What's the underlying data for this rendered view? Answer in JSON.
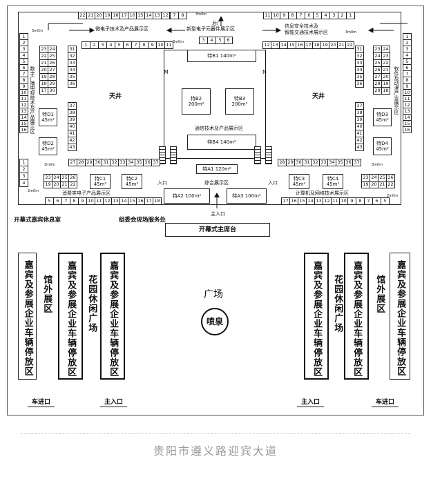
{
  "top_left_booths": [
    "22",
    "21",
    "20",
    "19",
    "18",
    "17",
    "16",
    "15",
    "14",
    "13",
    "12"
  ],
  "top_mid_booths": [
    "7",
    "8"
  ],
  "top_right_booths": [
    "11",
    "10",
    "9",
    "8",
    "7",
    "6",
    "5",
    "4",
    "3",
    "2",
    "1"
  ],
  "hall_inner_top_left": [
    "1",
    "2",
    "3",
    "4",
    "5",
    "6",
    "7",
    "8",
    "9",
    "10",
    "11"
  ],
  "hall_inner_top_right": [
    "12",
    "13",
    "14",
    "15",
    "16",
    "17",
    "18",
    "19",
    "20",
    "21",
    "22"
  ],
  "hall_inner_top_mid": [
    "3",
    "4",
    "5",
    "6"
  ],
  "left_outer_col": [
    "1",
    "2",
    "3",
    "4",
    "5",
    "6",
    "7",
    "8",
    "9",
    "10",
    "11",
    "12",
    "13",
    "14",
    "15",
    "16"
  ],
  "right_outer_col": [
    "1",
    "2",
    "3",
    "4",
    "5",
    "6",
    "7",
    "8",
    "9",
    "10",
    "11",
    "12",
    "13",
    "14",
    "15",
    "16"
  ],
  "left_pair_a": [
    "23",
    "22",
    "21",
    "20",
    "19",
    "18",
    "17"
  ],
  "left_pair_b": [
    "24",
    "25",
    "26",
    "27",
    "28",
    "29",
    "30"
  ],
  "left_inner_col": [
    "31",
    "32",
    "33",
    "34",
    "35",
    "36"
  ],
  "left_inner_col2": [
    "37",
    "38",
    "39",
    "40",
    "41",
    "42",
    "43"
  ],
  "right_inner_col": [
    "31",
    "32",
    "33",
    "34",
    "35",
    "36"
  ],
  "right_inner_col2": [
    "37",
    "38",
    "39",
    "40",
    "41",
    "42",
    "43"
  ],
  "right_pair_a": [
    "23",
    "24",
    "25",
    "26",
    "27",
    "28",
    "29"
  ],
  "right_pair_b": [
    "24",
    "23",
    "22",
    "21",
    "20",
    "19",
    "18"
  ],
  "left_bottom_row": [
    "27",
    "28",
    "29",
    "30",
    "31",
    "32",
    "33",
    "34",
    "35",
    "36",
    "37"
  ],
  "right_bottom_row": [
    "28",
    "29",
    "30",
    "31",
    "32",
    "33",
    "34",
    "35",
    "36",
    "37"
  ],
  "left_lower_grid_a": [
    "23",
    "24",
    "25",
    "26"
  ],
  "left_lower_grid_b": [
    "19",
    "20",
    "21",
    "22"
  ],
  "right_lower_grid_a": [
    "23",
    "24",
    "25",
    "26"
  ],
  "right_lower_grid_b": [
    "19",
    "20",
    "21",
    "22"
  ],
  "bottom_row_left": [
    "5",
    "6",
    "7",
    "8",
    "9",
    "10",
    "11",
    "12",
    "13",
    "14",
    "15",
    "16",
    "17",
    "18"
  ],
  "bottom_row_right": [
    "17",
    "16",
    "15",
    "14",
    "13",
    "12",
    "11",
    "10",
    "9",
    "8",
    "7",
    "6",
    "5"
  ],
  "zones": {
    "top_left": "微电子技术及产品展示区",
    "top_center_a": "后门",
    "top_center_b": "新型电子元器件展示区",
    "top_right_a": "信息安全技术及",
    "top_right_b": "智能交通技术展示区",
    "left_vertical": "数字广播电视技术及产品展示区",
    "right_vertical": "软件及动漫产业展示区",
    "comm": "通信技术及产品展示区",
    "general": "综合展示区",
    "consumer": "消费类电子产品展示区",
    "computer": "计算机及网络技术展示区"
  },
  "tianjing": "天井",
  "letters": {
    "m": "M",
    "n": "N"
  },
  "special": {
    "b1": "特B1 140m²",
    "b2_a": "特B2",
    "b2_b": "200m²",
    "b3_a": "特B3",
    "b3_b": "200m²",
    "b4": "特B4 140m²",
    "a1": "特A1 120m²",
    "a2": "特A2 100m²",
    "a3": "特A3 100m²",
    "c1_a": "特C1",
    "c1_b": "45m²",
    "c2_a": "特C2",
    "c2_b": "45m²",
    "c3_a": "特C3",
    "c3_b": "45m²",
    "c4_a": "特C4",
    "c4_b": "45m²",
    "d1_a": "特D1",
    "d1_b": "45m²",
    "d2_a": "特D2",
    "d2_b": "45m²",
    "d3_a": "特D3",
    "d3_b": "45m²",
    "d4_a": "特D4",
    "d4_b": "45m²"
  },
  "small": {
    "m3x": "3m0m",
    "m2x": "2m0m",
    "entry_small": "入口",
    "main_entry": "主入口"
  },
  "outside": {
    "vip_room": "开幕式嘉宾休息室",
    "service": "组委会现场服务处",
    "podium": "开幕式主席台",
    "plaza": "广场",
    "fountain": "喷泉",
    "parking": "嘉宾及参展企业车辆停放区",
    "outdoor": "馆外展区",
    "garden": "花园休闲广场",
    "car_entry": "车进口",
    "main_entry": "主入口"
  },
  "footer": "贵阳市遵义路迎宾大道"
}
